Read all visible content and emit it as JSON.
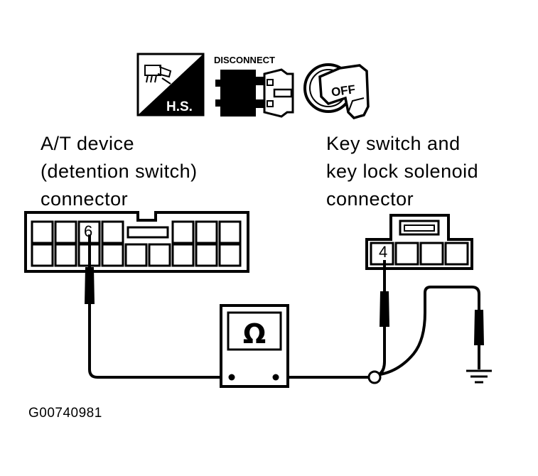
{
  "icons": {
    "hs_label": "H.S.",
    "disconnect_label": "DISCONNECT",
    "ignition_label": "OFF"
  },
  "left_connector": {
    "title_lines": [
      "A/T device",
      "(detention switch)",
      "connector"
    ],
    "terminal": "6"
  },
  "right_connector": {
    "title_lines": [
      "Key switch and",
      "key lock solenoid",
      "connector"
    ],
    "terminal": "4"
  },
  "ohmmeter": {
    "symbol": "Ω"
  },
  "figure_code": "G00740981"
}
